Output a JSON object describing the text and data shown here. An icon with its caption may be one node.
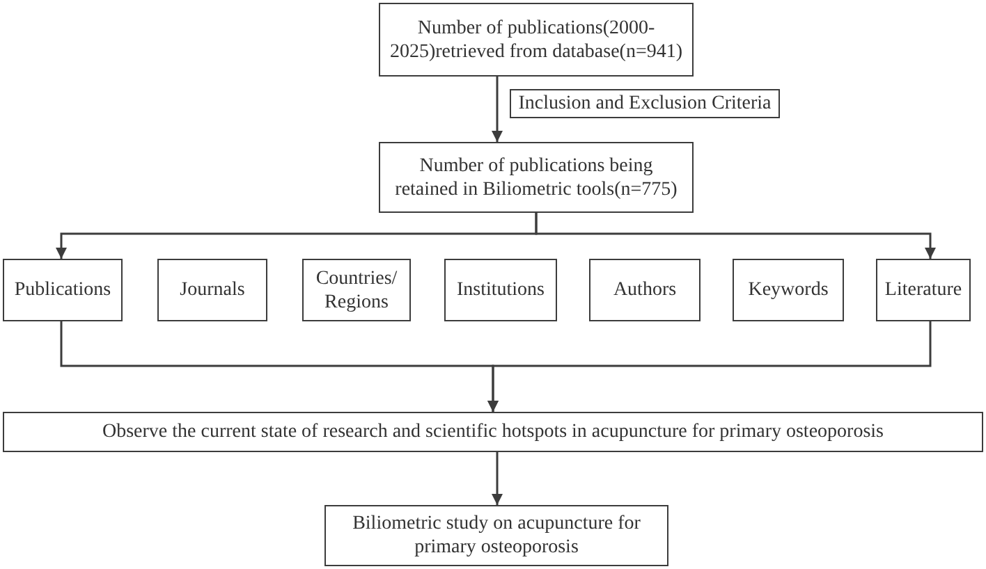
{
  "diagram": {
    "nodes": [
      {
        "text": [
          "Number of publications(2000-2025)retrieved from database(n=941)"
        ]
      },
      {
        "text": [
          "Inclusion and Exclusion Criteria"
        ]
      },
      {
        "text": [
          "Number of publications being retained in Biliometric tools(n=775)"
        ]
      },
      {
        "text": [
          "Publications"
        ]
      },
      {
        "text": [
          "Journals"
        ]
      },
      {
        "text": [
          "Countries/ Regions"
        ]
      },
      {
        "text": [
          "Institutions"
        ]
      },
      {
        "text": [
          "Authors"
        ]
      },
      {
        "text": [
          "Keywords"
        ]
      },
      {
        "text": [
          "Literature"
        ]
      },
      {
        "text": [
          "Observe the current state of research and scientific hotspots in acupuncture for primary osteoporosis"
        ]
      },
      {
        "text": [
          "Biliometric study on acupuncture for primary osteoporosis"
        ]
      }
    ],
    "edges": [
      {
        "from": 0,
        "to": 2,
        "arrow": "to"
      },
      {
        "from": 2,
        "to": 3,
        "arrow": "to"
      },
      {
        "from": 2,
        "to": 9,
        "arrow": "to"
      },
      {
        "from": 3,
        "to": 10,
        "arrow": "to"
      },
      {
        "from": 9,
        "to": 10,
        "arrow": "to"
      },
      {
        "from": 10,
        "to": 11,
        "arrow": "to"
      }
    ]
  }
}
